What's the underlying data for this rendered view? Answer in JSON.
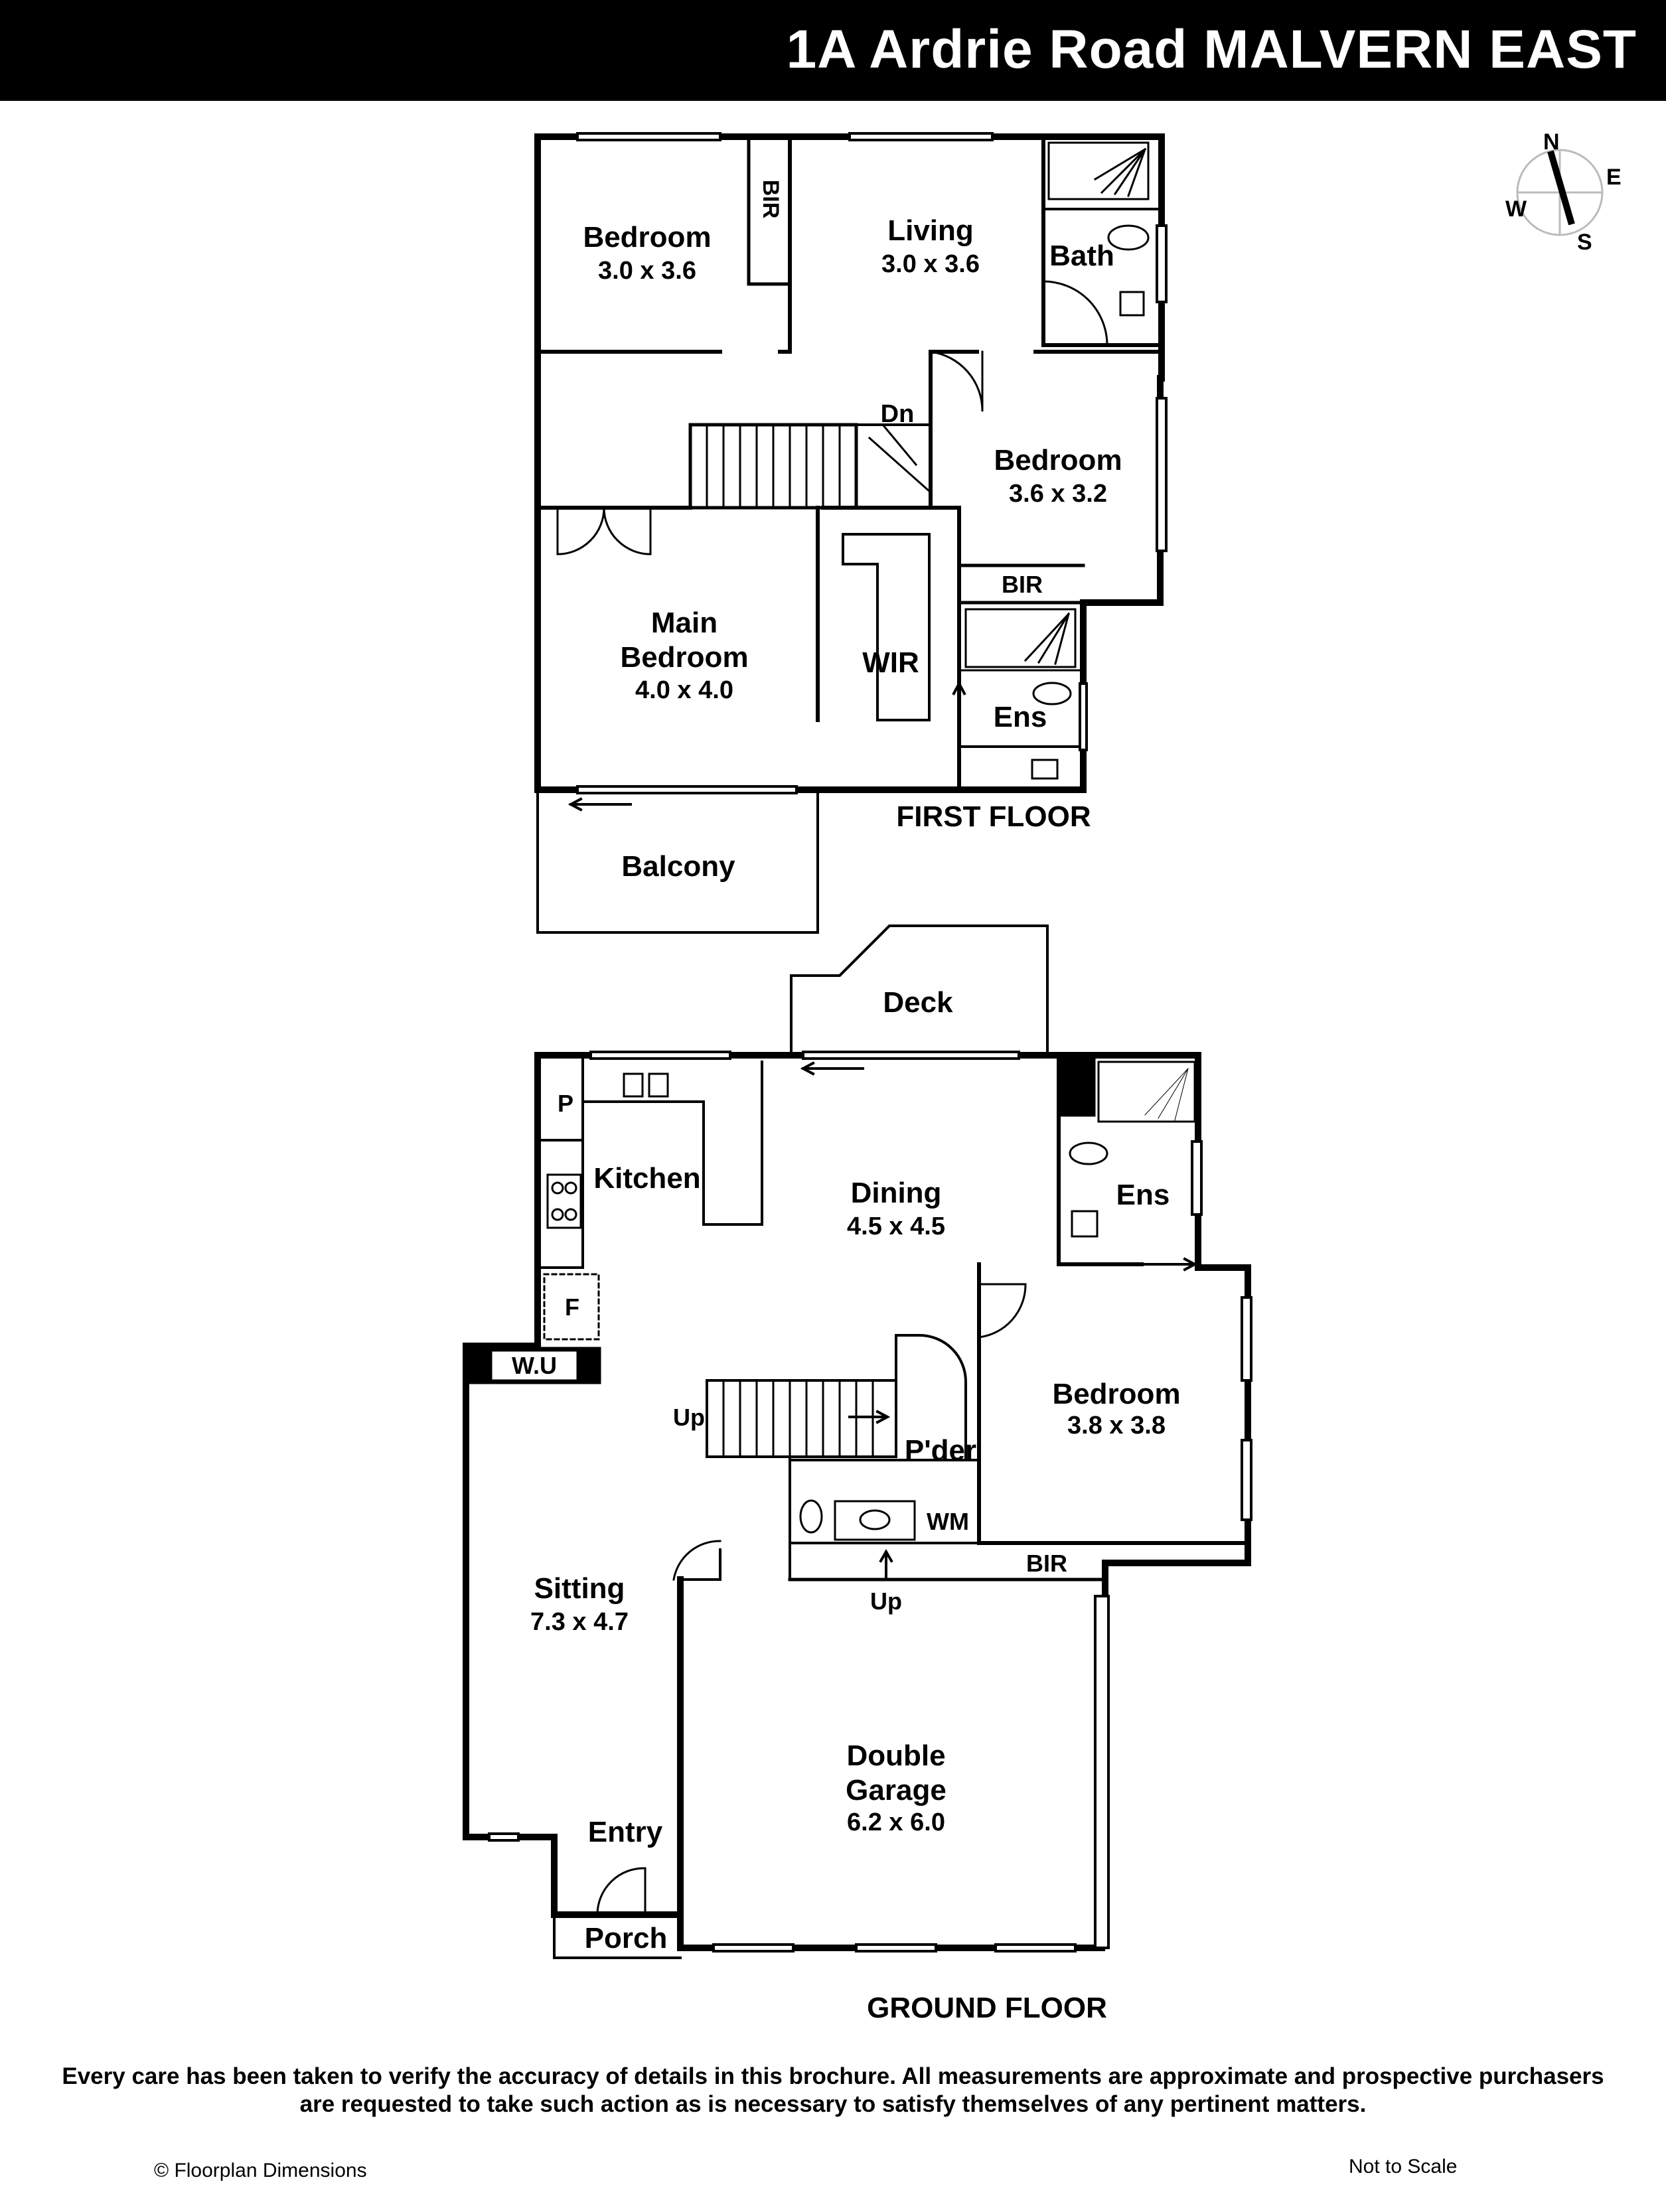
{
  "header": {
    "title": "1A Ardrie Road MALVERN EAST"
  },
  "compass": {
    "n": "N",
    "e": "E",
    "s": "S",
    "w": "W"
  },
  "first_floor": {
    "title": "FIRST FLOOR",
    "rooms": {
      "bedroom1_name": "Bedroom",
      "bedroom1_dim": "3.0 x 3.6",
      "bir_top": "BIR",
      "living_name": "Living",
      "living_dim": "3.0 x 3.6",
      "bath": "Bath",
      "dn": "Dn",
      "bedroom2_name": "Bedroom",
      "bedroom2_dim": "3.6 x 3.2",
      "bir_right": "BIR",
      "main_bedroom_line1": "Main",
      "main_bedroom_line2": "Bedroom",
      "main_bedroom_dim": "4.0 x 4.0",
      "wir": "WIR",
      "ens": "Ens",
      "balcony": "Balcony"
    }
  },
  "ground_floor": {
    "title": "GROUND FLOOR",
    "rooms": {
      "deck": "Deck",
      "pantry": "P",
      "kitchen": "Kitchen",
      "dining_name": "Dining",
      "dining_dim": "4.5 x 4.5",
      "ens": "Ens",
      "fridge": "F",
      "wu": "W.U",
      "up_stairs": "Up",
      "powder": "P'der",
      "bedroom_name": "Bedroom",
      "bedroom_dim": "3.8 x 3.8",
      "wm": "WM",
      "bir": "BIR",
      "up_garage": "Up",
      "sitting_name": "Sitting",
      "sitting_dim": "7.3 x 4.7",
      "garage_line1": "Double",
      "garage_line2": "Garage",
      "garage_dim": "6.2 x 6.0",
      "entry": "Entry",
      "porch": "Porch"
    }
  },
  "footer": {
    "disclaimer_line1": "Every care has been taken to verify the accuracy of details in this brochure. All measurements are approximate and prospective purchasers",
    "disclaimer_line2": "are requested to take such action as is necessary to satisfy themselves of any pertinent matters.",
    "copyright": "© Floorplan Dimensions",
    "scale_note": "Not to Scale"
  }
}
